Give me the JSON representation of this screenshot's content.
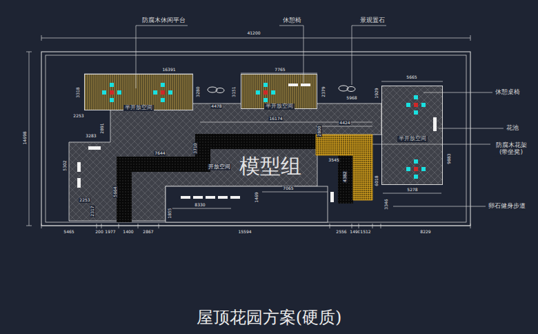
{
  "diagram": {
    "title": "屋顶花园方案(硬质)",
    "nodes": [
      {
        "text": [
          "半开放空间"
        ]
      },
      {
        "text": [
          "半开放空间"
        ]
      },
      {
        "text": [
          "半开放空间"
        ]
      }
    ],
    "labels": [
      "防腐木休闲平台",
      "休憩椅",
      "景观置石",
      "休憩桌椅",
      "花池",
      "防腐木花架 (带坐凳)",
      "卵石健身步道",
      "41200",
      "14698",
      "16391",
      "3318",
      "3280",
      "3151",
      "7765",
      "2379",
      "5968",
      "4478",
      "1929",
      "5665",
      "2253",
      "3283",
      "2891",
      "16174",
      "4424",
      "7644",
      "3710",
      "2800",
      "3545",
      "4382",
      "6018",
      "9883",
      "5302",
      "5664",
      "2253",
      "2317",
      "7065",
      "8330",
      "1469",
      "1855",
      "5278",
      "3346",
      "5465",
      "200",
      "1977",
      "1400",
      "2867",
      "15594",
      "2556",
      "1490",
      "1512",
      "8229",
      "模型组",
      "开放空间"
    ]
  }
}
